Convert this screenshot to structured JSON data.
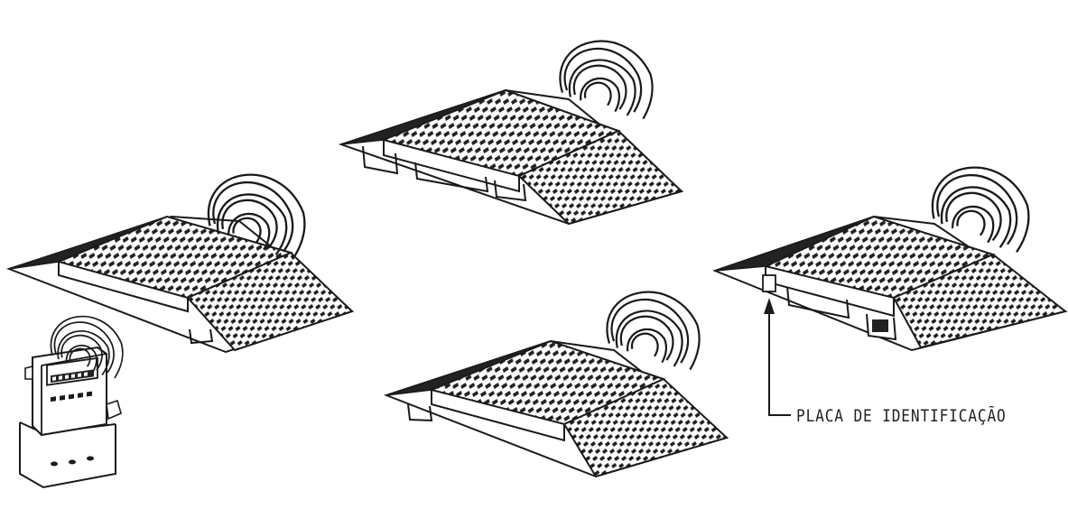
{
  "callout": {
    "label": "PLACA  DE IDENTIFICAÇÃO"
  },
  "components": [
    {
      "id": "platform-left",
      "icon": "wireless-signal-icon"
    },
    {
      "id": "platform-center-top",
      "icon": "wireless-signal-icon"
    },
    {
      "id": "platform-center-bottom",
      "icon": "wireless-signal-icon"
    },
    {
      "id": "platform-right",
      "icon": "wireless-signal-icon"
    },
    {
      "id": "weighing-indicator",
      "icon": "wireless-signal-icon"
    }
  ],
  "colors": {
    "line": "#1a1a1a",
    "fill": "#ffffff",
    "tread": "#222222"
  }
}
